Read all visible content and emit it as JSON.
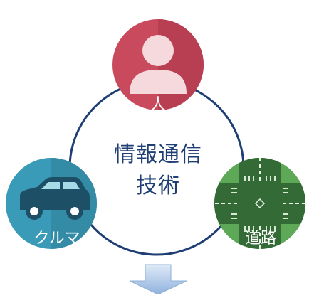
{
  "center": {
    "line1": "情報通信",
    "line2": "技術"
  },
  "nodes": {
    "person": {
      "label": "人",
      "icon": "person-icon",
      "color": "#c94a5c"
    },
    "car": {
      "label": "クルマ",
      "icon": "car-icon",
      "color": "#3a9bb8"
    },
    "road": {
      "label": "道路",
      "icon": "road-intersection-icon",
      "color": "#4f9a4c"
    }
  },
  "colors": {
    "ring": "#1f3e73",
    "arrow": "#a9c4e4"
  }
}
